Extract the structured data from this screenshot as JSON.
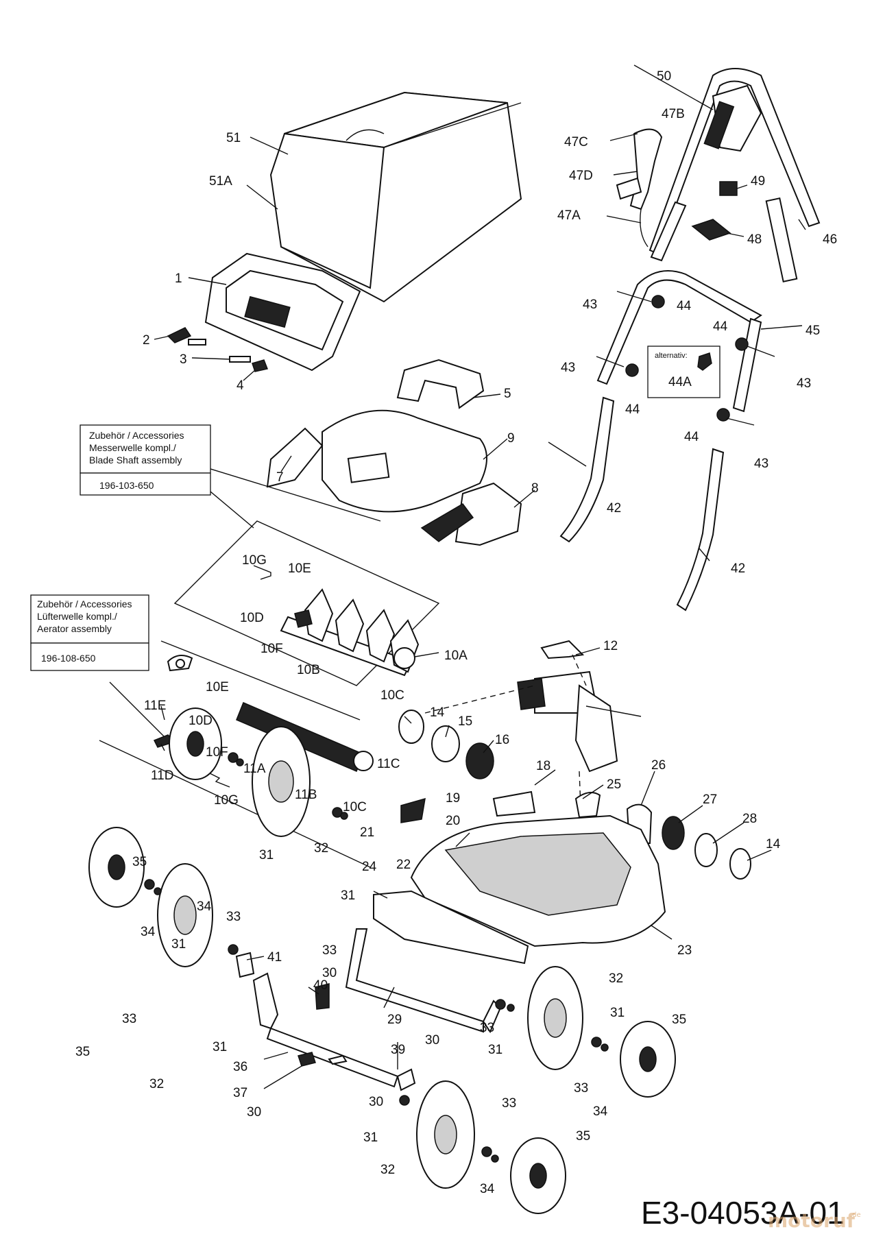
{
  "figure_code": "E3-04053A-01",
  "watermark": {
    "text": "motoruf",
    "tld": ".de"
  },
  "accessory_boxes": [
    {
      "header": "Zubehör / Accessories",
      "line1": "Messerwelle kompl./",
      "line2": "Blade Shaft assembly",
      "part_no": "196-103-650"
    },
    {
      "header": "Zubehör / Accessories",
      "line1": "Lüfterwelle kompl./",
      "line2": "Aerator assembly",
      "part_no": "196-108-650"
    }
  ],
  "alternative_box": {
    "label": "alternativ:",
    "part": "44A"
  },
  "callouts": {
    "c1": "1",
    "c2": "2",
    "c3": "3",
    "c4": "4",
    "c5": "5",
    "c7": "7",
    "c8": "8",
    "c9": "9",
    "c10A": "10A",
    "c10B": "10B",
    "c10C_top": "10C",
    "c10D_top": "10D",
    "c10E_top": "10E",
    "c10F_top": "10F",
    "c10G_top": "10G",
    "c10C_bot": "10C",
    "c10D_bot": "10D",
    "c10E_bot": "10E",
    "c10F_bot": "10F",
    "c10G_bot": "10G",
    "c11A": "11A",
    "c11B": "11B",
    "c11C": "11C",
    "c11D": "11D",
    "c11E": "11E",
    "c12": "12",
    "c14a": "14",
    "c14b": "14",
    "c15": "15",
    "c16": "16",
    "c18": "18",
    "c19": "19",
    "c20": "20",
    "c21": "21",
    "c22": "22",
    "c23": "23",
    "c24": "24",
    "c25": "25",
    "c26": "26",
    "c27": "27",
    "c28": "28",
    "c29": "29",
    "c30a": "30",
    "c30b": "30",
    "c30c": "30",
    "c30d": "30",
    "c31a": "31",
    "c31b": "31",
    "c31c": "31",
    "c31d": "31",
    "c31e": "31",
    "c31f": "31",
    "c31g": "31",
    "c32a": "32",
    "c32b": "32",
    "c32c": "32",
    "c32d": "32",
    "c33a": "33",
    "c33b": "33",
    "c33c": "33",
    "c33d": "33",
    "c33e": "33",
    "c33f": "33",
    "c34a": "34",
    "c34b": "34",
    "c34c": "34",
    "c34d": "34",
    "c35a": "35",
    "c35b": "35",
    "c35c": "35",
    "c35d": "35",
    "c36": "36",
    "c37": "37",
    "c39": "39",
    "c40": "40",
    "c41": "41",
    "c42a": "42",
    "c42b": "42",
    "c43a": "43",
    "c43b": "43",
    "c43c": "43",
    "c43d": "43",
    "c44a": "44",
    "c44b": "44",
    "c44c": "44",
    "c44d": "44",
    "c45": "45",
    "c46": "46",
    "c47A": "47A",
    "c47B": "47B",
    "c47C": "47C",
    "c47D": "47D",
    "c48": "48",
    "c49": "49",
    "c50": "50",
    "c51": "51",
    "c51A": "51A"
  }
}
